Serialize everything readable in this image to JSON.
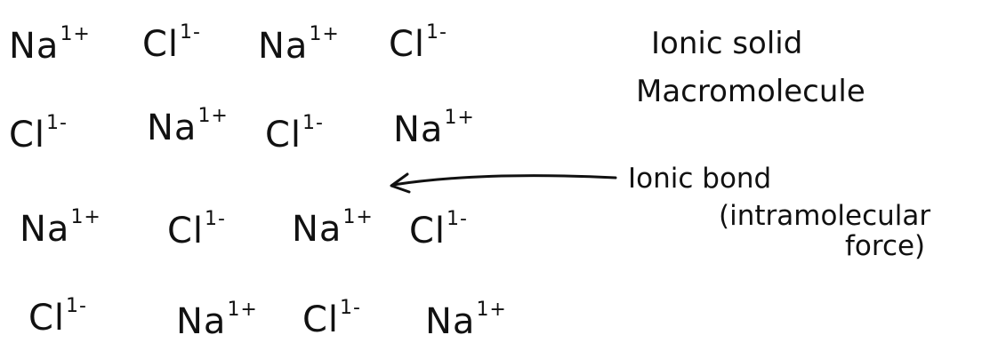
{
  "lattice": {
    "rows": [
      [
        {
          "symbol": "Na",
          "charge": "1+"
        },
        {
          "symbol": "Cl",
          "charge": "1-"
        },
        {
          "symbol": "Na",
          "charge": "1+"
        },
        {
          "symbol": "Cl",
          "charge": "1-"
        }
      ],
      [
        {
          "symbol": "Cl",
          "charge": "1-"
        },
        {
          "symbol": "Na",
          "charge": "1+"
        },
        {
          "symbol": "Cl",
          "charge": "1-"
        },
        {
          "symbol": "Na",
          "charge": "1+"
        }
      ],
      [
        {
          "symbol": "Na",
          "charge": "1+"
        },
        {
          "symbol": "Cl",
          "charge": "1-"
        },
        {
          "symbol": "Na",
          "charge": "1+"
        },
        {
          "symbol": "Cl",
          "charge": "1-"
        }
      ],
      [
        {
          "symbol": "Cl",
          "charge": "1-"
        },
        {
          "symbol": "Na",
          "charge": "1+"
        },
        {
          "symbol": "Cl",
          "charge": "1-"
        },
        {
          "symbol": "Na",
          "charge": "1+"
        }
      ]
    ]
  },
  "title": {
    "line1": "Ionic solid",
    "line2": "Macromolecule"
  },
  "annotation": {
    "line1": "Ionic bond",
    "line2": "(intramolecular",
    "line3": "force)"
  },
  "colors": {
    "ink": "#111111",
    "background": "#ffffff"
  }
}
